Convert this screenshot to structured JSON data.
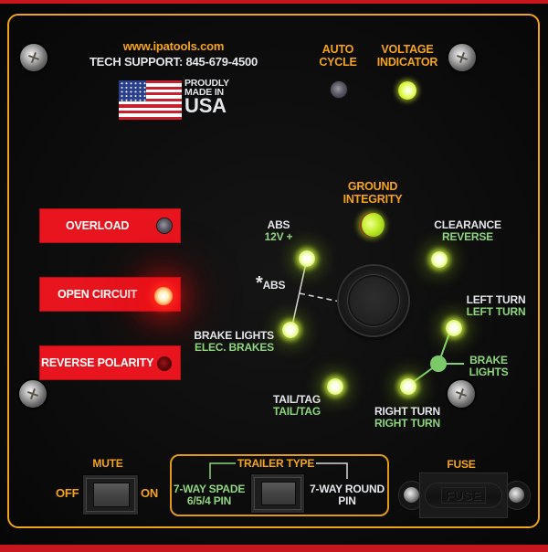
{
  "panel": {
    "colors": {
      "frame": "#f0a417",
      "label_orange": "#f5a418",
      "label_white": "#e4e6ea",
      "label_green": "#8ed67c",
      "warning_red": "#e8141e"
    },
    "header": {
      "website": "www.ipatools.com",
      "tech_support": "TECH SUPPORT: 845-679-4500",
      "badge": {
        "line1": "PROUDLY",
        "line2": "MADE IN",
        "line3": "USA",
        "icon": "us-flag-icon"
      }
    },
    "top_indicators": [
      {
        "line1": "AUTO",
        "line2": "CYCLE",
        "state": "off"
      },
      {
        "line1": "VOLTAGE",
        "line2": "INDICATOR",
        "state": "on"
      }
    ],
    "warnings": [
      {
        "label": "OVERLOAD",
        "state": "off"
      },
      {
        "label": "OPEN CIRCUIT",
        "state": "on"
      },
      {
        "label": "REVERSE POLARITY",
        "state": "off"
      }
    ],
    "ground_integrity": {
      "line1": "GROUND",
      "line2": "INTEGRITY",
      "state": "on"
    },
    "circuits": [
      {
        "id": "abs",
        "line1": "ABS",
        "line2": "12V +",
        "state": "on"
      },
      {
        "id": "clearance",
        "line1": "CLEARANCE",
        "line2": "REVERSE",
        "state": "on"
      },
      {
        "id": "brake",
        "line1": "BRAKE LIGHTS",
        "line2": "ELEC. BRAKES",
        "state": "on"
      },
      {
        "id": "left-turn",
        "line1": "LEFT TURN",
        "line2": "LEFT TURN",
        "state": "on"
      },
      {
        "id": "tail",
        "line1": "TAIL/TAG",
        "line2": "TAIL/TAG",
        "state": "on"
      },
      {
        "id": "right-turn",
        "line1": "RIGHT TURN",
        "line2": "RIGHT TURN",
        "state": "on"
      }
    ],
    "abs_note": {
      "asterisk": "*",
      "label": "ABS"
    },
    "brake_lights_junction": {
      "line1": "BRAKE",
      "line2": "LIGHTS"
    },
    "mute": {
      "title": "MUTE",
      "off_label": "OFF",
      "on_label": "ON"
    },
    "trailer_type": {
      "title": "TRAILER TYPE",
      "left": {
        "line1": "7-WAY SPADE",
        "line2": "6/5/4 PIN"
      },
      "right": {
        "line1": "7-WAY ROUND",
        "line2": "PIN"
      }
    },
    "fuse": {
      "title": "FUSE",
      "cap_label": "FUSE"
    }
  }
}
